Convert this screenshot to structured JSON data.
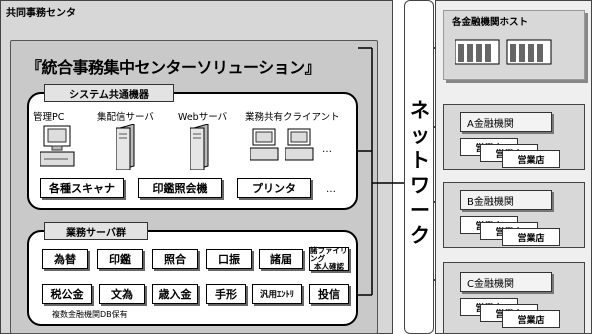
{
  "center": {
    "title": "共同事務センタ",
    "solution_title": "『統合事務集中センターソリューション』"
  },
  "system_equipment": {
    "title": "システム共通機器",
    "devices": [
      "管理PC",
      "集配信サーバ",
      "Webサーバ",
      "業務共有クライアント"
    ],
    "peripherals": [
      "各種スキャナ",
      "印鑑照会機",
      "プリンタ"
    ],
    "more": "…",
    "devices_more": "…"
  },
  "business_servers": {
    "title": "業務サーバ群",
    "row1": [
      "為替",
      "印鑑",
      "照合",
      "口振",
      "諸届"
    ],
    "filing": [
      "諸ファイリング",
      "本人確認"
    ],
    "row2": [
      "税公金",
      "文為",
      "歳入金",
      "手形",
      "汎用ｴﾝﾄﾘ",
      "投信"
    ],
    "note": "複数金融機関DB保有"
  },
  "network": {
    "label": [
      "ネ",
      "ッ",
      "ト",
      "ワ",
      "ー",
      "ク"
    ]
  },
  "right": {
    "host_title": "各金融機関ホスト",
    "banks": [
      {
        "name": "A金融機関",
        "branches": [
          "営業店",
          "営業店",
          "営業店"
        ]
      },
      {
        "name": "B金融機関",
        "branches": [
          "営業店",
          "営業店",
          "営業店"
        ]
      },
      {
        "name": "C金融機関",
        "branches": [
          "営業店",
          "営業店",
          "営業店"
        ]
      }
    ]
  }
}
